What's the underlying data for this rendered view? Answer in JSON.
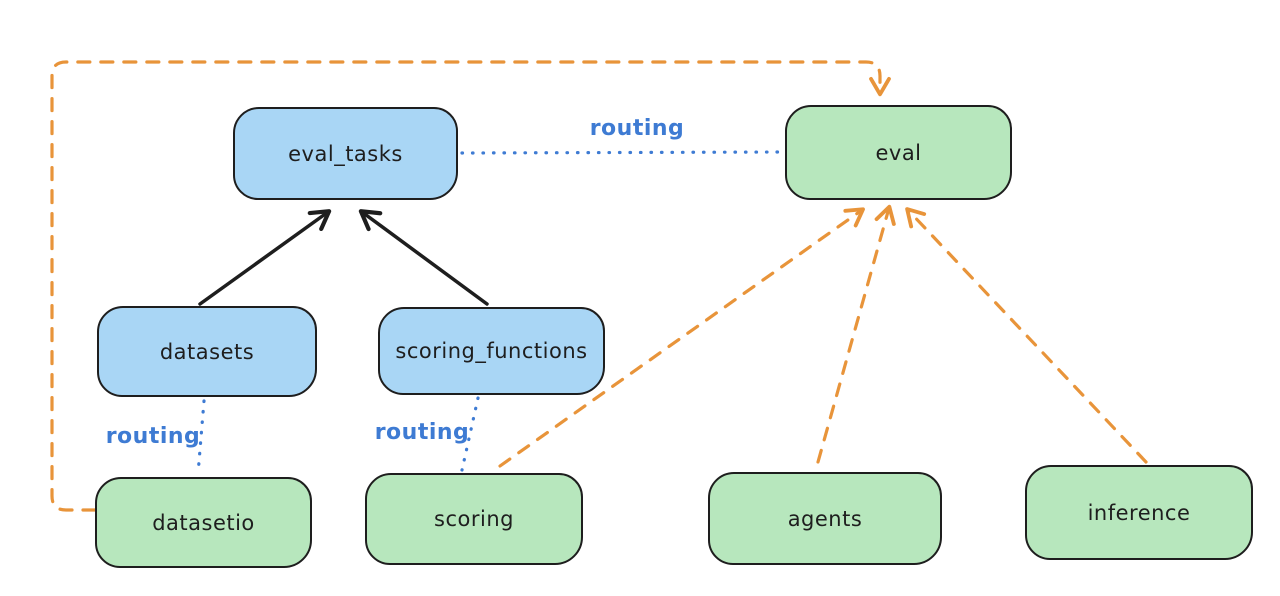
{
  "diagram": {
    "background": "#ffffff",
    "colors": {
      "node_border": "#1e1e1e",
      "blue_node_fill": "#a9d6f5",
      "green_node_fill": "#b7e7bd",
      "routing_line_blue": "#3e7bd3",
      "dependency_line_orange": "#e8943a",
      "solid_arrow_black": "#1e1e1e"
    },
    "nodes": {
      "eval_tasks": {
        "label": "eval_tasks",
        "color": "blue"
      },
      "eval": {
        "label": "eval",
        "color": "green"
      },
      "datasets": {
        "label": "datasets",
        "color": "blue"
      },
      "scoring_functions": {
        "label": "scoring_functions",
        "color": "blue"
      },
      "datasetio": {
        "label": "datasetio",
        "color": "green"
      },
      "scoring": {
        "label": "scoring",
        "color": "green"
      },
      "agents": {
        "label": "agents",
        "color": "green"
      },
      "inference": {
        "label": "inference",
        "color": "green"
      }
    },
    "edge_labels": {
      "routing_top": "routing",
      "routing_datasets": "routing",
      "routing_scoring": "routing"
    },
    "edges": [
      {
        "from": "datasets",
        "to": "eval_tasks",
        "style": "solid-black-arrow"
      },
      {
        "from": "scoring_functions",
        "to": "eval_tasks",
        "style": "solid-black-arrow"
      },
      {
        "from": "eval_tasks",
        "to": "eval",
        "style": "dotted-blue",
        "label": "routing"
      },
      {
        "from": "datasets",
        "to": "datasetio",
        "style": "dotted-blue",
        "label": "routing"
      },
      {
        "from": "scoring_functions",
        "to": "scoring",
        "style": "dotted-blue",
        "label": "routing"
      },
      {
        "from": "datasetio",
        "to": "eval",
        "style": "dashed-orange-arrow"
      },
      {
        "from": "scoring",
        "to": "eval",
        "style": "dashed-orange-arrow"
      },
      {
        "from": "agents",
        "to": "eval",
        "style": "dashed-orange-arrow"
      },
      {
        "from": "inference",
        "to": "eval",
        "style": "dashed-orange-arrow"
      }
    ]
  }
}
